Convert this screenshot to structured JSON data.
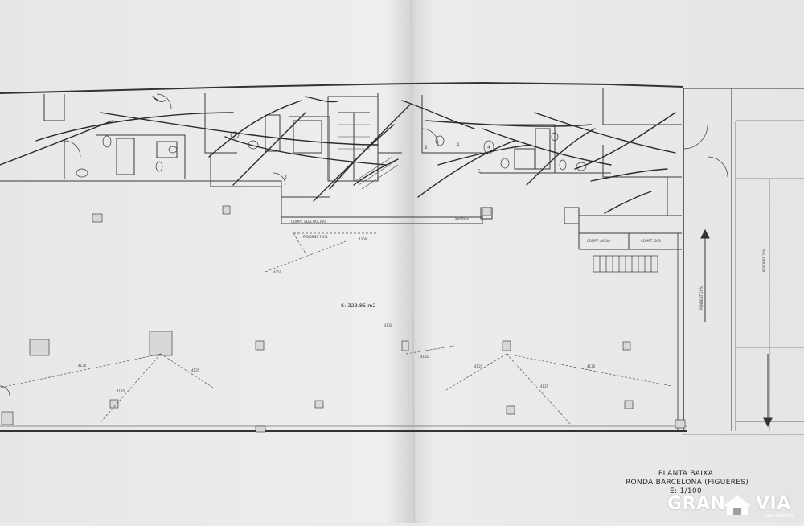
{
  "title_block": {
    "line1": "PLANTA BAIXA",
    "line2": "RONDA BARCELONA (FIGUERES)",
    "line3": "E: 1/100"
  },
  "area_label": "S: 323.85 m2",
  "room_labels": {
    "compt_electricitat": "COMPT. ELECTRICITAT",
    "serveis": "SERVEIS",
    "compt_aigua": "COMPT. AIGUA",
    "compt_gas": "COMPT. GAS",
    "rampa_label": "PENDENT 7,4%",
    "pendent_right_top": "PENDENT 20%",
    "pendent_right_bottom": "PENDENT 20%"
  },
  "dimension_labels": {
    "d4250": "4250",
    "d4300": "4300",
    "d4130_top": "4130",
    "d4135": "4135",
    "d4135b": "4135",
    "d4130_left": "4130",
    "d4135_bottom": "4135",
    "d4135_right": "4135",
    "d4130_center": "4130",
    "d4131": "4131"
  },
  "markers": {
    "m1": "1",
    "m2": "2",
    "m3": "3",
    "m4": "4",
    "m5": "5"
  },
  "watermark": {
    "word1": "GRAN",
    "word2": "VIA",
    "sub": "immobiliària"
  },
  "colors": {
    "paper": "#ececec",
    "paper_shadow": "#cfd0d0",
    "ink": "#3a3a3a",
    "pencil": "#2b2b2e",
    "watermark": "#ffffff"
  }
}
